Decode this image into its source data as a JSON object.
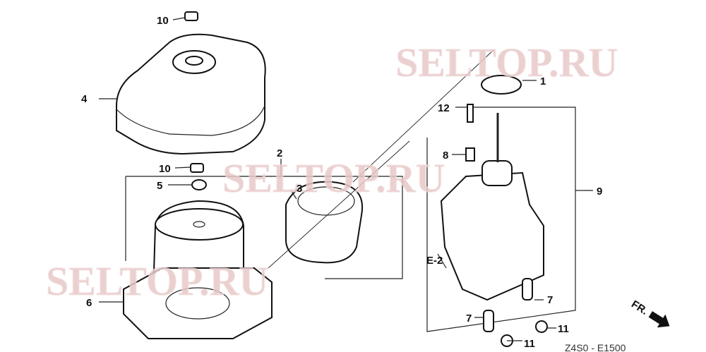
{
  "callouts": {
    "c1": "1",
    "c2": "2",
    "c3": "3",
    "c4": "4",
    "c5": "5",
    "c6": "6",
    "c7a": "7",
    "c7b": "7",
    "c8": "8",
    "c9": "9",
    "c10a": "10",
    "c10b": "10",
    "c11a": "11",
    "c11b": "11",
    "c12": "12",
    "e2": "E-2"
  },
  "direction_label": "FR.",
  "diagram_code": "Z4S0 - E1500",
  "watermark": "SELTOP.RU",
  "colors": {
    "line": "#111111",
    "watermark": "#e8c8c8"
  }
}
